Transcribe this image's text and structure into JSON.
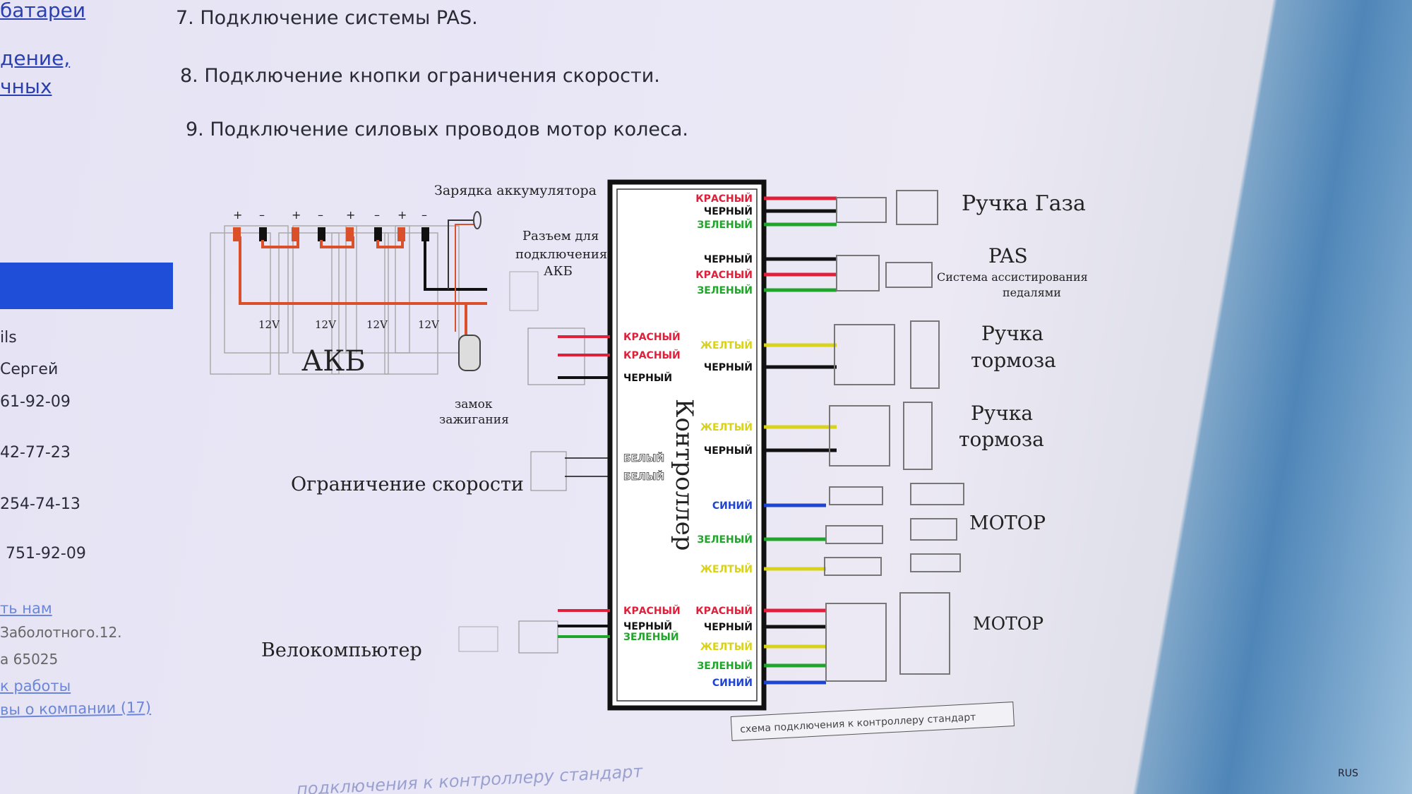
{
  "sidebar": {
    "links_top": [
      "батареи",
      "дение,",
      "чных"
    ],
    "contacts": [
      "ils",
      "Сергей",
      "61-92-09",
      "42-77-23",
      "254-74-13",
      "751-92-09"
    ],
    "contact_link": "ть нам",
    "address": [
      "Заболотного.12.",
      "а 65025"
    ],
    "hours_link": "к работы",
    "reviews_link": "вы о компании (17)"
  },
  "steps": [
    "7. Подключение системы PAS.",
    "8. Подключение кнопки ограничения скорости.",
    "9. Подключение силовых проводов мотор колеса."
  ],
  "diagram": {
    "controller": "Контроллер",
    "battery": "АКБ",
    "battery_cells": [
      "12V",
      "12V",
      "12V",
      "12V"
    ],
    "terminals": [
      "+",
      "–",
      "+",
      "–",
      "+",
      "–",
      "+",
      "–"
    ],
    "charging": "Зарядка аккумулятора",
    "battery_connector": [
      "Разъем для",
      "подключения",
      "АКБ"
    ],
    "ignition": [
      "замок",
      "зажигания"
    ],
    "speed_limit": "Ограничение скорости",
    "bike_computer": "Велокомпьютер",
    "throttle": "Ручка Газа",
    "pas": "PAS",
    "pas_desc": [
      "Система ассистирования",
      "педалями"
    ],
    "brake1": [
      "Ручка",
      "тормоза"
    ],
    "brake2": [
      "Ручка",
      "тормоза"
    ],
    "motor1": "МОТОР",
    "motor2": "МОТОР",
    "right_wires": [
      "КРАСНЫЙ",
      "ЧЕРНЫЙ",
      "ЗЕЛЕНЫЙ",
      "ЧЕРНЫЙ",
      "КРАСНЫЙ",
      "ЗЕЛЕНЫЙ",
      "ЖЕЛТЫЙ",
      "ЧЕРНЫЙ",
      "ЖЕЛТЫЙ",
      "ЧЕРНЫЙ",
      "СИНИЙ",
      "ЗЕЛЕНЫЙ",
      "ЖЕЛТЫЙ",
      "КРАСНЫЙ",
      "ЧЕРНЫЙ",
      "ЖЕЛТЫЙ",
      "ЗЕЛЕНЫЙ",
      "СИНИЙ"
    ],
    "left_wires": [
      "КРАСНЫЙ",
      "КРАСНЫЙ",
      "ЧЕРНЫЙ",
      "БЕЛЫЙ",
      "БЕЛЫЙ",
      "КРАСНЫЙ",
      "ЧЕРНЫЙ",
      "ЗЕЛЕНЫЙ"
    ],
    "caption": "схема подключения к контроллеру стандарт"
  },
  "footer_caption": "подключения к контроллеру стандарт",
  "tray": "RUS",
  "colors": {
    "red": "#e0203a",
    "black": "#111111",
    "green": "#1fa52a",
    "yellow": "#d8d21a",
    "blue": "#1f44d0",
    "white": "#ffffff",
    "battery_wire": "#d9502a"
  }
}
